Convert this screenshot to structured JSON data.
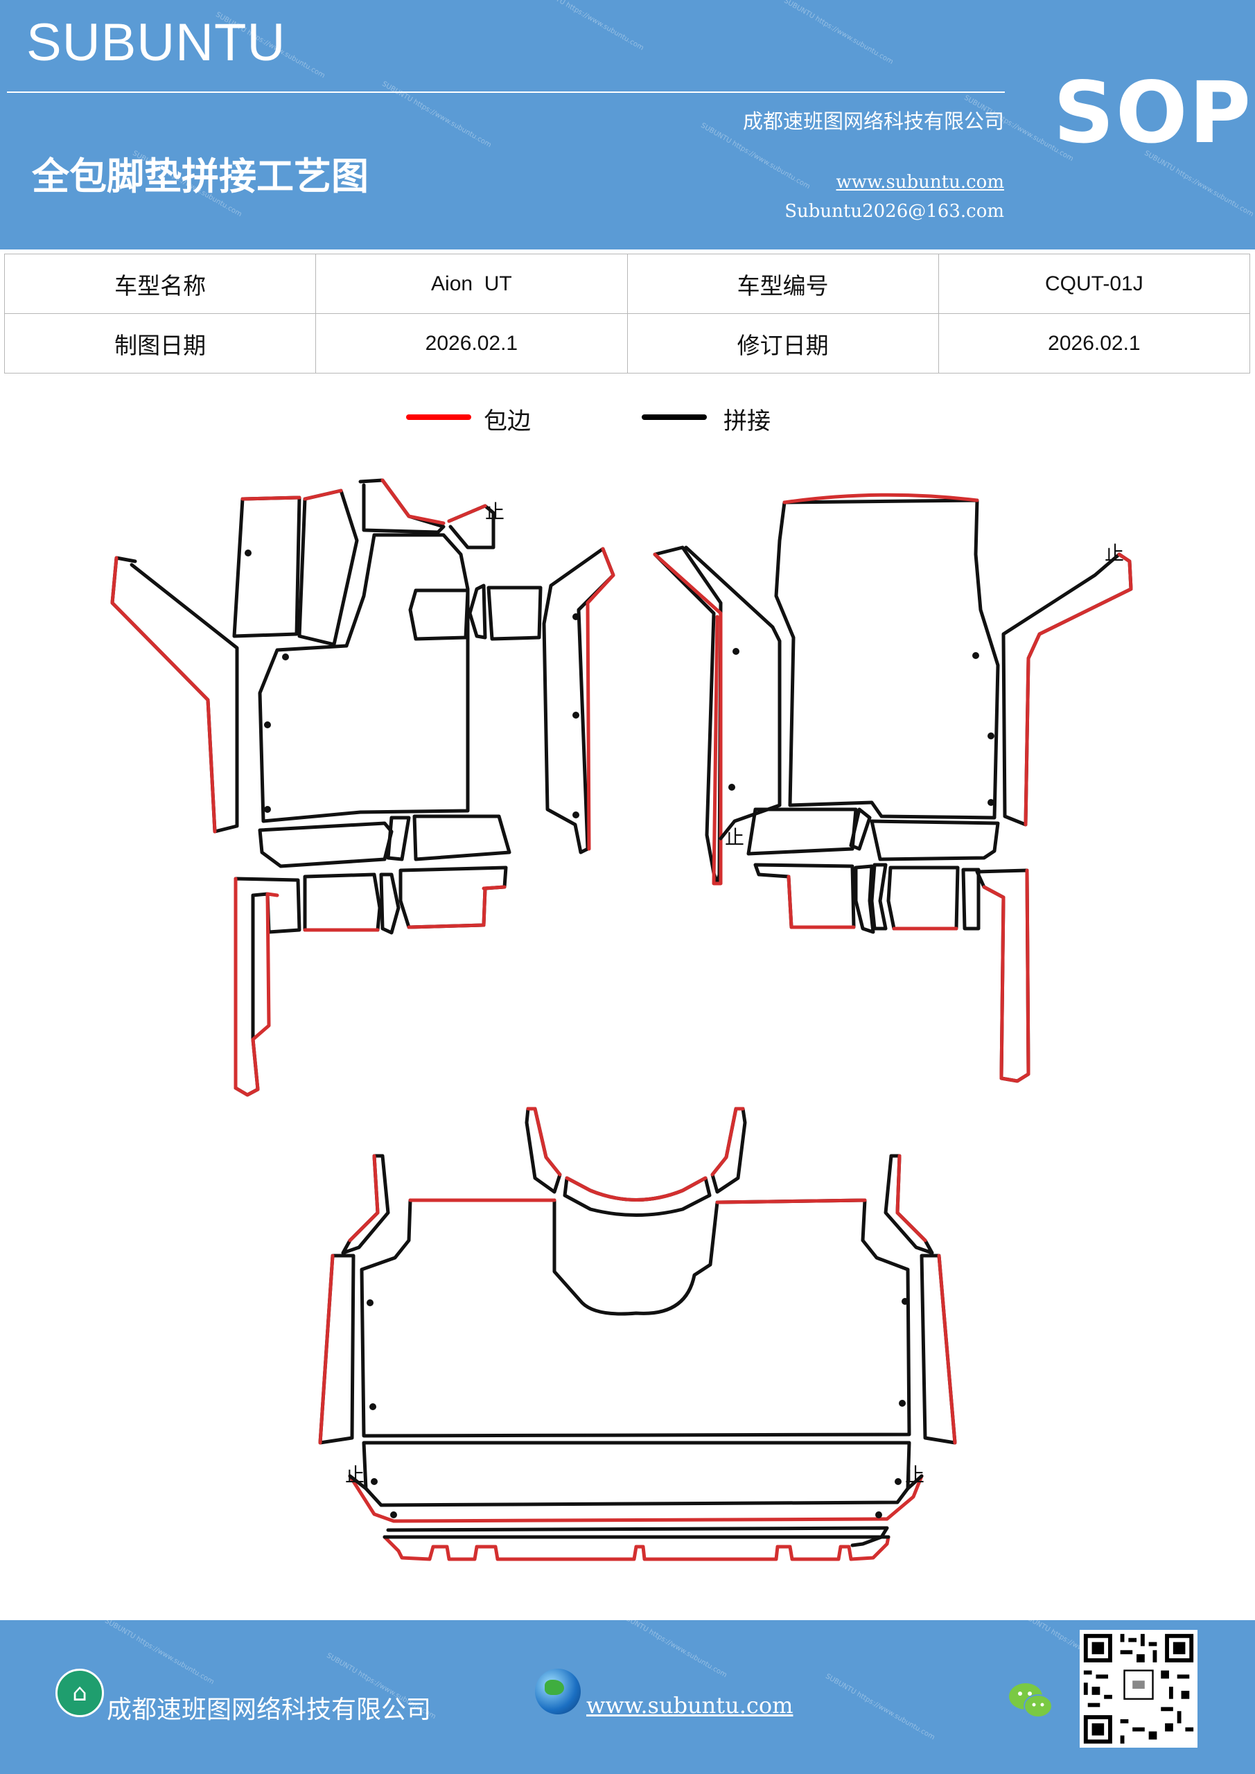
{
  "header": {
    "brand": "SUBUNTU",
    "company": "成都速班图网络科技有限公司",
    "title": "全包脚垫拼接工艺图",
    "website": "www.subuntu.com",
    "email": "Subuntu2026@163.com",
    "badge": "SOP"
  },
  "info_table": {
    "rows": [
      {
        "label1": "车型名称",
        "value1": "Aion  UT",
        "label2": "车型编号",
        "value2": "CQUT-01J"
      },
      {
        "label1": "制图日期",
        "value1": "2026.02.1",
        "label2": "修订日期",
        "value2": "2026.02.1"
      }
    ]
  },
  "legend": {
    "items": [
      {
        "label": "包边",
        "color": "#ff0000"
      },
      {
        "label": "拼接",
        "color": "#000000"
      }
    ]
  },
  "drawing": {
    "stop_mark": "止",
    "edge_color": "#d32f2f",
    "seam_color": "#111111"
  },
  "footer": {
    "company": "成都速班图网络科技有限公司",
    "website": "www.subuntu.com"
  },
  "colors": {
    "header_bg": "#5b9bd5",
    "footer_bg": "#5b9bd5"
  }
}
